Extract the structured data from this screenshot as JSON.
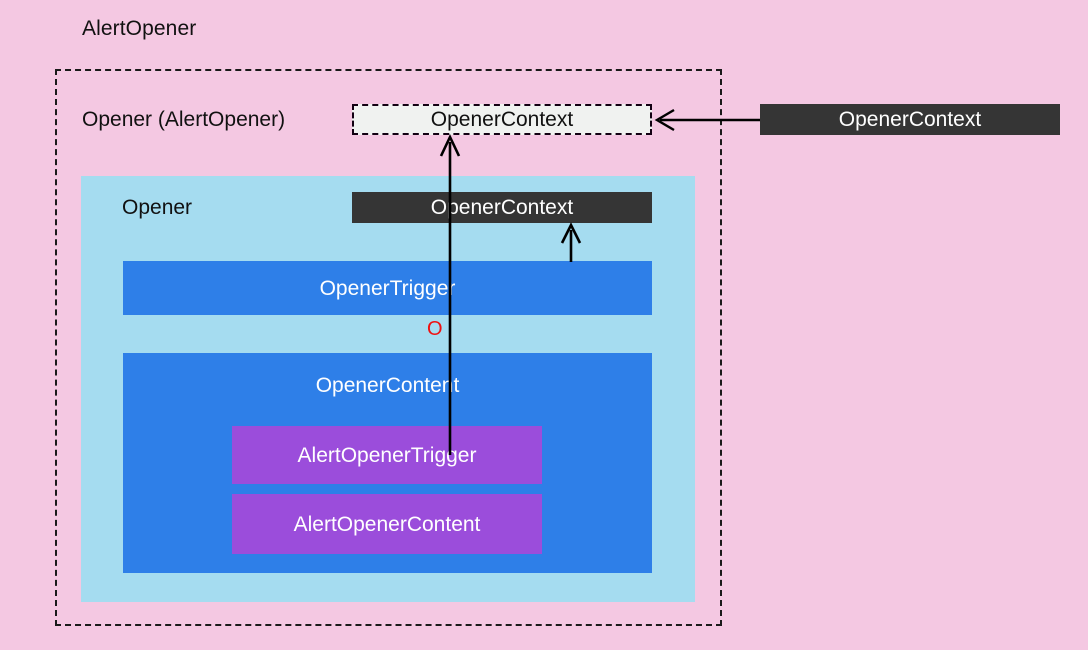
{
  "diagram": {
    "title": "AlertOpener",
    "background_color": "#f4c8e2",
    "outer_container": {
      "label": "Opener (AlertOpener)",
      "border_style": "dashed",
      "border_color": "#1a1a1a"
    },
    "context_dashed": {
      "label": "OpenerContext",
      "fill": "#f0f2f0",
      "text_color": "#111111",
      "border_style": "dashed"
    },
    "context_external": {
      "label": "OpenerContext",
      "fill": "#353535",
      "text_color": "#ffffff"
    },
    "opener_region": {
      "label": "Opener",
      "fill": "#a5dcf0",
      "text_color": "#111111"
    },
    "context_inner": {
      "label": "OpenerContext",
      "fill": "#353535",
      "text_color": "#ffffff"
    },
    "opener_trigger": {
      "label": "OpenerTrigger",
      "fill": "#2e7fe8",
      "text_color": "#ffffff"
    },
    "marker": {
      "label": "O",
      "color": "#f01010"
    },
    "opener_content": {
      "label": "OpenerContent",
      "fill": "#2e7fe8",
      "text_color": "#ffffff"
    },
    "alert_opener_trigger": {
      "label": "AlertOpenerTrigger",
      "fill": "#9b4ddb",
      "text_color": "#ffffff"
    },
    "alert_opener_content": {
      "label": "AlertOpenerContent",
      "fill": "#9b4ddb",
      "text_color": "#ffffff"
    },
    "arrows": [
      {
        "name": "external-context-to-dashed-context",
        "direction": "left",
        "color": "#000000"
      },
      {
        "name": "alert-opener-trigger-to-dashed-context",
        "direction": "up",
        "color": "#000000"
      },
      {
        "name": "opener-trigger-to-inner-context",
        "direction": "up",
        "color": "#000000"
      }
    ]
  }
}
